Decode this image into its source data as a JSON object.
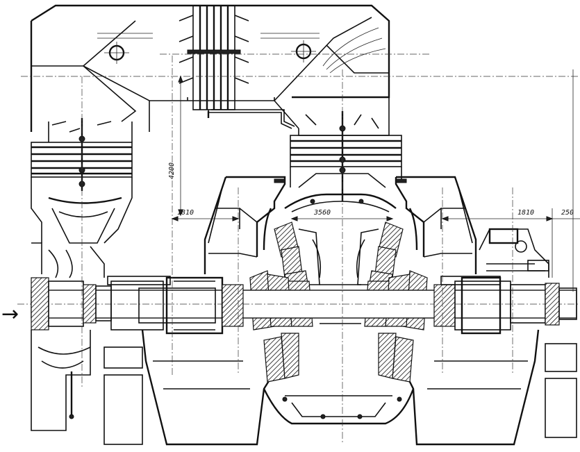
{
  "dimensions": {
    "height_main": "4200",
    "left_span": "1810",
    "center_span": "3560",
    "right_span": "1810",
    "right_gap": "250"
  },
  "arrow": "→"
}
